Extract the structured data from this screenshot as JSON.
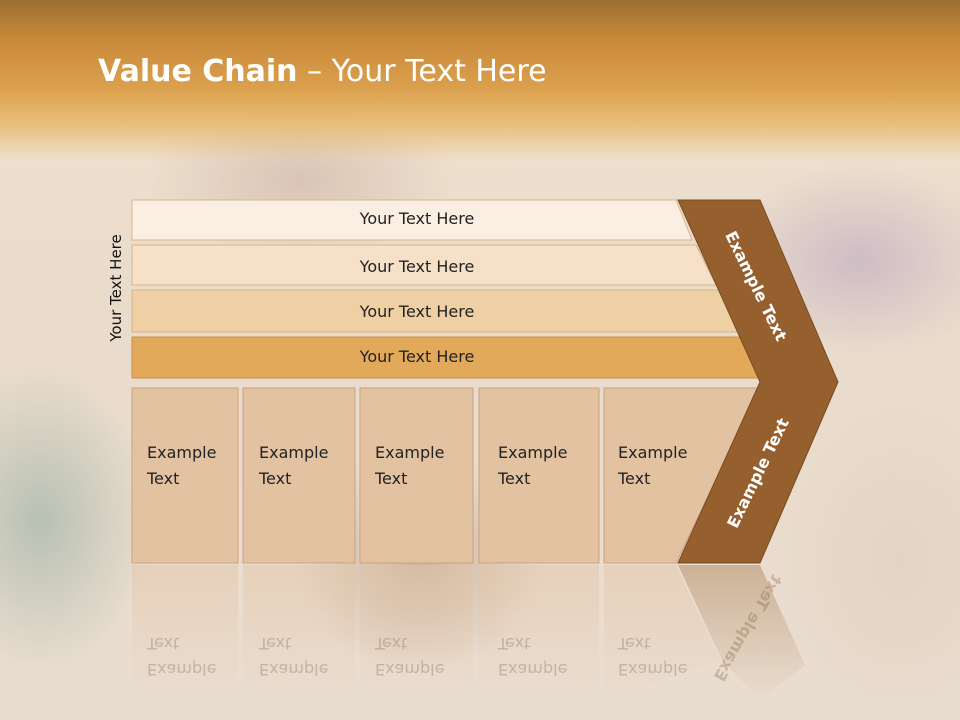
{
  "slide": {
    "title_bold": "Value Chain",
    "title_rest": " – Your Text Here",
    "side_label": "Your Text Here"
  },
  "bars": [
    {
      "label": "Your Text Here",
      "fill": "#fbefe4"
    },
    {
      "label": "Your Text Here",
      "fill": "#f6e1c8"
    },
    {
      "label": "Your Text Here",
      "fill": "#efd0a4"
    },
    {
      "label": "Your Text Here",
      "fill": "#e3a95a"
    }
  ],
  "cells": [
    {
      "line1": "Example",
      "line2": "Text"
    },
    {
      "line1": "Example",
      "line2": "Text"
    },
    {
      "line1": "Example",
      "line2": "Text"
    },
    {
      "line1": "Example",
      "line2": "Text"
    },
    {
      "line1": "Example",
      "line2": "Text"
    }
  ],
  "chevron": {
    "upper_text": "Example Text",
    "lower_text": "Example Text",
    "color": "#96602e"
  },
  "colors": {
    "cell_fill": "#e3c2a2",
    "header": "#d7973f"
  }
}
